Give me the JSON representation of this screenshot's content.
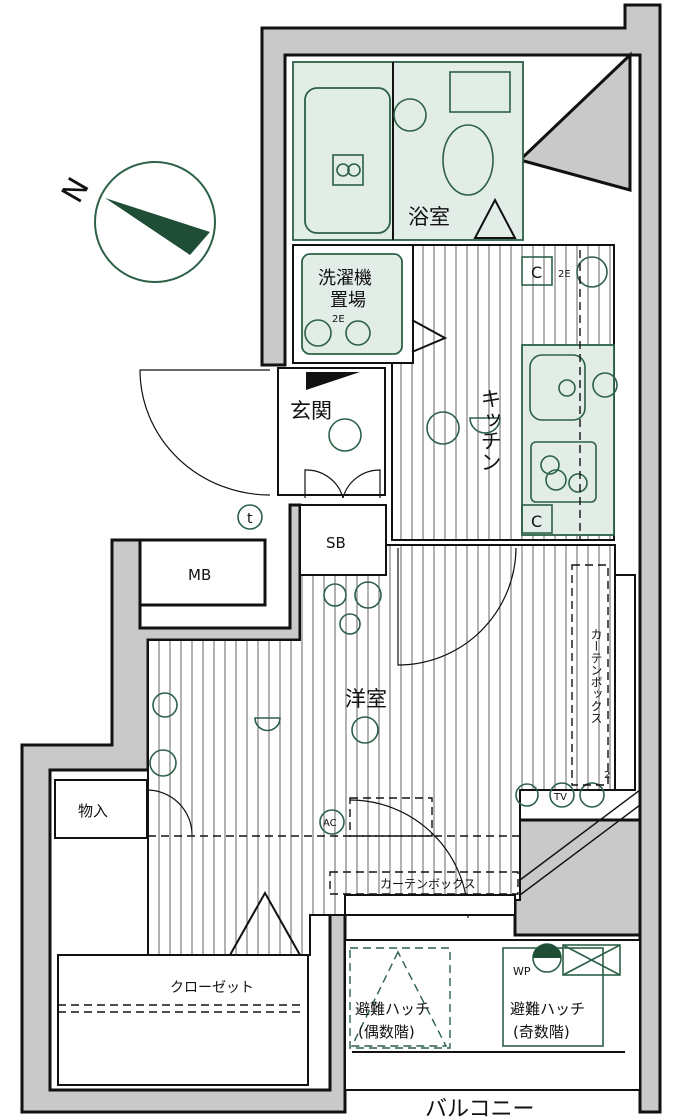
{
  "plan": {
    "compass_label": "N",
    "rooms": {
      "bathroom": "浴室",
      "laundry_line1": "洗濯機",
      "laundry_line2": "置場",
      "entrance": "玄関",
      "kitchen": "キッチン",
      "shoe_box": "SB",
      "meter_box": "MB",
      "western_room": "洋室",
      "storage": "物入",
      "closet": "クローゼット",
      "balcony": "バルコニー"
    },
    "labels": {
      "curtain_box_vertical": "カーテンボックス",
      "curtain_box_horizontal": "カーテンボックス",
      "hatch_even_line1": "避難ハッチ",
      "hatch_even_line2": "(偶数階)",
      "hatch_odd_line1": "避難ハッチ",
      "hatch_odd_line2": "(奇数階)",
      "wp": "WP",
      "ac": "AC",
      "tv": "TV",
      "cupboard_top": "C",
      "cupboard_bottom": "C",
      "outlet_2e_kitchen": "2E",
      "outlet_2e_laundry": "2E",
      "outlet_count_2": "2",
      "phone_t": "t"
    },
    "colors": {
      "fixture_fill": "#e3ede7",
      "fixture_line": "#2c6147",
      "wall_fill": "#c9c9c9"
    }
  }
}
